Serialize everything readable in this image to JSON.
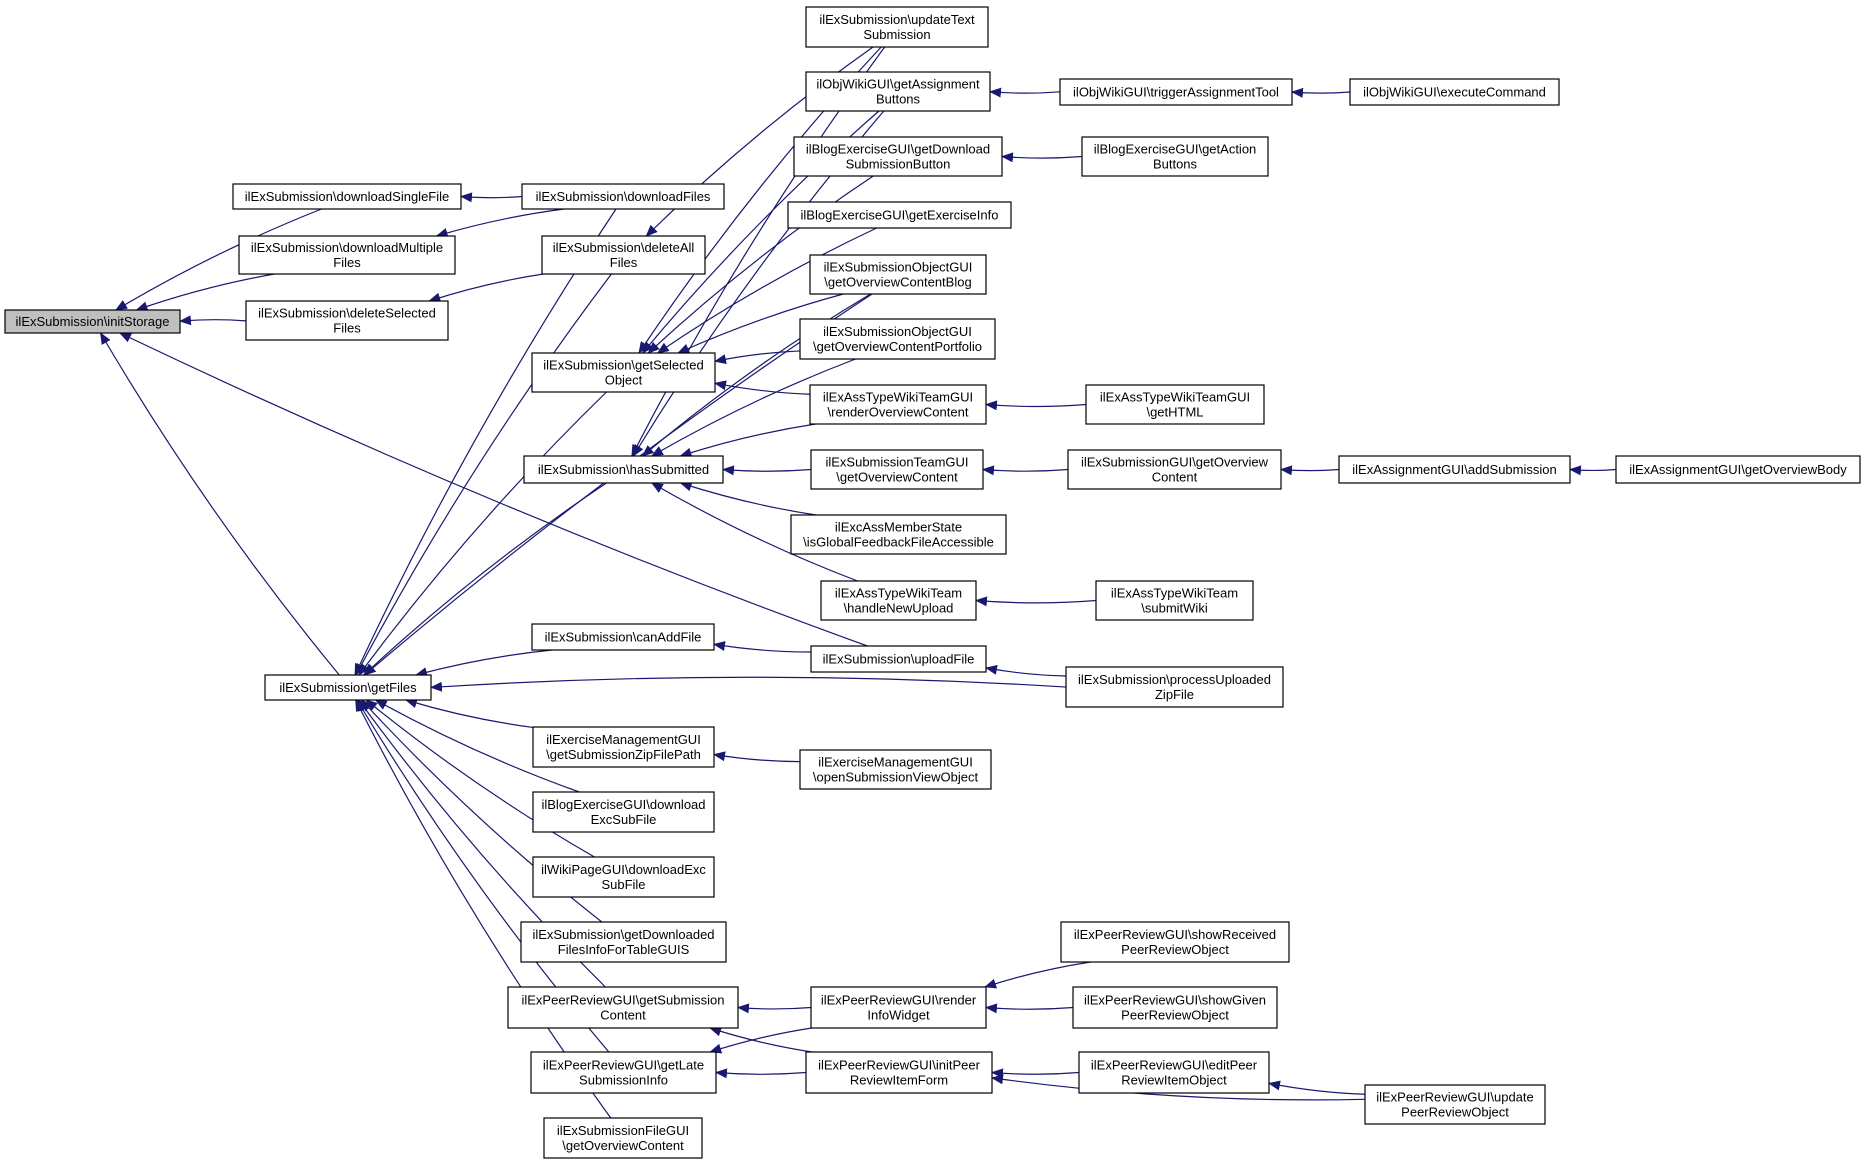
{
  "graph": {
    "edge_color": "#191970",
    "root_fill": "#bfbfbf",
    "nodes": [
      {
        "id": "initStorage",
        "lines": [
          "ilExSubmission\\initStorage"
        ]
      },
      {
        "id": "downloadSingleFile",
        "lines": [
          "ilExSubmission\\downloadSingleFile"
        ]
      },
      {
        "id": "downloadMultipleFiles",
        "lines": [
          "ilExSubmission\\downloadMultiple",
          "Files"
        ]
      },
      {
        "id": "deleteSelectedFiles",
        "lines": [
          "ilExSubmission\\deleteSelected",
          "Files"
        ]
      },
      {
        "id": "getFiles",
        "lines": [
          "ilExSubmission\\getFiles"
        ]
      },
      {
        "id": "downloadFiles",
        "lines": [
          "ilExSubmission\\downloadFiles"
        ]
      },
      {
        "id": "deleteAllFiles",
        "lines": [
          "ilExSubmission\\deleteAll",
          "Files"
        ]
      },
      {
        "id": "getSelectedObject",
        "lines": [
          "ilExSubmission\\getSelected",
          "Object"
        ]
      },
      {
        "id": "hasSubmitted",
        "lines": [
          "ilExSubmission\\hasSubmitted"
        ]
      },
      {
        "id": "canAddFile",
        "lines": [
          "ilExSubmission\\canAddFile"
        ]
      },
      {
        "id": "getSubmissionZipFilePath",
        "lines": [
          "ilExerciseManagementGUI",
          "\\getSubmissionZipFilePath"
        ]
      },
      {
        "id": "blogDownloadExcSubFile",
        "lines": [
          "ilBlogExerciseGUI\\download",
          "ExcSubFile"
        ]
      },
      {
        "id": "wikiDownloadExcSubFile",
        "lines": [
          "ilWikiPageGUI\\downloadExc",
          "SubFile"
        ]
      },
      {
        "id": "getDownloadedFilesInfo",
        "lines": [
          "ilExSubmission\\getDownloaded",
          "FilesInfoForTableGUIS"
        ]
      },
      {
        "id": "getSubmissionContent",
        "lines": [
          "ilExPeerReviewGUI\\getSubmission",
          "Content"
        ]
      },
      {
        "id": "getLateSubmissionInfo",
        "lines": [
          "ilExPeerReviewGUI\\getLate",
          "SubmissionInfo"
        ]
      },
      {
        "id": "fileGuiGetOverviewContent",
        "lines": [
          "ilExSubmissionFileGUI",
          "\\getOverviewContent"
        ]
      },
      {
        "id": "updateTextSubmission",
        "lines": [
          "ilExSubmission\\updateText",
          "Submission"
        ]
      },
      {
        "id": "getAssignmentButtons",
        "lines": [
          "ilObjWikiGUI\\getAssignment",
          "Buttons"
        ]
      },
      {
        "id": "getDownloadSubmissionButton",
        "lines": [
          "ilBlogExerciseGUI\\getDownload",
          "SubmissionButton"
        ]
      },
      {
        "id": "getExerciseInfo",
        "lines": [
          "ilBlogExerciseGUI\\getExerciseInfo"
        ]
      },
      {
        "id": "getOverviewContentBlog",
        "lines": [
          "ilExSubmissionObjectGUI",
          "\\getOverviewContentBlog"
        ]
      },
      {
        "id": "getOverviewContentPortfolio",
        "lines": [
          "ilExSubmissionObjectGUI",
          "\\getOverviewContentPortfolio"
        ]
      },
      {
        "id": "renderOverviewContent",
        "lines": [
          "ilExAssTypeWikiTeamGUI",
          "\\renderOverviewContent"
        ]
      },
      {
        "id": "teamGuiGetOverviewContent",
        "lines": [
          "ilExSubmissionTeamGUI",
          "\\getOverviewContent"
        ]
      },
      {
        "id": "isGlobalFeedbackFileAccessible",
        "lines": [
          "ilExcAssMemberState",
          "\\isGlobalFeedbackFileAccessible"
        ]
      },
      {
        "id": "handleNewUpload",
        "lines": [
          "ilExAssTypeWikiTeam",
          "\\handleNewUpload"
        ]
      },
      {
        "id": "uploadFile",
        "lines": [
          "ilExSubmission\\uploadFile"
        ]
      },
      {
        "id": "openSubmissionViewObject",
        "lines": [
          "ilExerciseManagementGUI",
          "\\openSubmissionViewObject"
        ]
      },
      {
        "id": "renderInfoWidget",
        "lines": [
          "ilExPeerReviewGUI\\render",
          "InfoWidget"
        ]
      },
      {
        "id": "initPeerReviewItemForm",
        "lines": [
          "ilExPeerReviewGUI\\initPeer",
          "ReviewItemForm"
        ]
      },
      {
        "id": "triggerAssignmentTool",
        "lines": [
          "ilObjWikiGUI\\triggerAssignmentTool"
        ]
      },
      {
        "id": "getActionButtons",
        "lines": [
          "ilBlogExerciseGUI\\getAction",
          "Buttons"
        ]
      },
      {
        "id": "getHTML",
        "lines": [
          "ilExAssTypeWikiTeamGUI",
          "\\getHTML"
        ]
      },
      {
        "id": "submissionGuiGetOverviewContent",
        "lines": [
          "ilExSubmissionGUI\\getOverview",
          "Content"
        ]
      },
      {
        "id": "submitWiki",
        "lines": [
          "ilExAssTypeWikiTeam",
          "\\submitWiki"
        ]
      },
      {
        "id": "processUploadedZipFile",
        "lines": [
          "ilExSubmission\\processUploaded",
          "ZipFile"
        ]
      },
      {
        "id": "showReceivedPeerReviewObject",
        "lines": [
          "ilExPeerReviewGUI\\showReceived",
          "PeerReviewObject"
        ]
      },
      {
        "id": "showGivenPeerReviewObject",
        "lines": [
          "ilExPeerReviewGUI\\showGiven",
          "PeerReviewObject"
        ]
      },
      {
        "id": "editPeerReviewItemObject",
        "lines": [
          "ilExPeerReviewGUI\\editPeer",
          "ReviewItemObject"
        ]
      },
      {
        "id": "executeCommand",
        "lines": [
          "ilObjWikiGUI\\executeCommand"
        ]
      },
      {
        "id": "addSubmission",
        "lines": [
          "ilExAssignmentGUI\\addSubmission"
        ]
      },
      {
        "id": "updatePeerReviewObject",
        "lines": [
          "ilExPeerReviewGUI\\update",
          "PeerReviewObject"
        ]
      },
      {
        "id": "getOverviewBody",
        "lines": [
          "ilExAssignmentGUI\\getOverviewBody"
        ]
      }
    ],
    "edges": [
      [
        "downloadSingleFile",
        "initStorage"
      ],
      [
        "downloadMultipleFiles",
        "initStorage"
      ],
      [
        "deleteSelectedFiles",
        "initStorage"
      ],
      [
        "uploadFile",
        "initStorage"
      ],
      [
        "getFiles",
        "initStorage"
      ],
      [
        "downloadFiles",
        "downloadSingleFile"
      ],
      [
        "downloadFiles",
        "downloadMultipleFiles"
      ],
      [
        "deleteAllFiles",
        "deleteSelectedFiles"
      ],
      [
        "downloadFiles",
        "getFiles"
      ],
      [
        "deleteAllFiles",
        "getFiles"
      ],
      [
        "getSelectedObject",
        "getFiles"
      ],
      [
        "hasSubmitted",
        "getFiles"
      ],
      [
        "canAddFile",
        "getFiles"
      ],
      [
        "getSubmissionZipFilePath",
        "getFiles"
      ],
      [
        "blogDownloadExcSubFile",
        "getFiles"
      ],
      [
        "wikiDownloadExcSubFile",
        "getFiles"
      ],
      [
        "getDownloadedFilesInfo",
        "getFiles"
      ],
      [
        "getSubmissionContent",
        "getFiles"
      ],
      [
        "getLateSubmissionInfo",
        "getFiles"
      ],
      [
        "fileGuiGetOverviewContent",
        "getFiles"
      ],
      [
        "processUploadedZipFile",
        "getFiles"
      ],
      [
        "getOverviewContentBlog",
        "getFiles"
      ],
      [
        "updateTextSubmission",
        "deleteAllFiles"
      ],
      [
        "updateTextSubmission",
        "getSelectedObject"
      ],
      [
        "getAssignmentButtons",
        "getSelectedObject"
      ],
      [
        "getDownloadSubmissionButton",
        "getSelectedObject"
      ],
      [
        "getExerciseInfo",
        "getSelectedObject"
      ],
      [
        "getOverviewContentBlog",
        "getSelectedObject"
      ],
      [
        "getOverviewContentPortfolio",
        "getSelectedObject"
      ],
      [
        "renderOverviewContent",
        "getSelectedObject"
      ],
      [
        "updateTextSubmission",
        "hasSubmitted"
      ],
      [
        "getAssignmentButtons",
        "hasSubmitted"
      ],
      [
        "getOverviewContentBlog",
        "hasSubmitted"
      ],
      [
        "getOverviewContentPortfolio",
        "hasSubmitted"
      ],
      [
        "renderOverviewContent",
        "hasSubmitted"
      ],
      [
        "teamGuiGetOverviewContent",
        "hasSubmitted"
      ],
      [
        "isGlobalFeedbackFileAccessible",
        "hasSubmitted"
      ],
      [
        "handleNewUpload",
        "hasSubmitted"
      ],
      [
        "uploadFile",
        "canAddFile"
      ],
      [
        "openSubmissionViewObject",
        "getSubmissionZipFilePath"
      ],
      [
        "renderInfoWidget",
        "getSubmissionContent"
      ],
      [
        "initPeerReviewItemForm",
        "getSubmissionContent"
      ],
      [
        "renderInfoWidget",
        "getLateSubmissionInfo"
      ],
      [
        "initPeerReviewItemForm",
        "getLateSubmissionInfo"
      ],
      [
        "triggerAssignmentTool",
        "getAssignmentButtons"
      ],
      [
        "getActionButtons",
        "getDownloadSubmissionButton"
      ],
      [
        "getHTML",
        "renderOverviewContent"
      ],
      [
        "submissionGuiGetOverviewContent",
        "teamGuiGetOverviewContent"
      ],
      [
        "submitWiki",
        "handleNewUpload"
      ],
      [
        "processUploadedZipFile",
        "uploadFile"
      ],
      [
        "showReceivedPeerReviewObject",
        "renderInfoWidget"
      ],
      [
        "showGivenPeerReviewObject",
        "renderInfoWidget"
      ],
      [
        "editPeerReviewItemObject",
        "initPeerReviewItemForm"
      ],
      [
        "updatePeerReviewObject",
        "initPeerReviewItemForm"
      ],
      [
        "executeCommand",
        "triggerAssignmentTool"
      ],
      [
        "addSubmission",
        "submissionGuiGetOverviewContent"
      ],
      [
        "updatePeerReviewObject",
        "editPeerReviewItemObject"
      ],
      [
        "getOverviewBody",
        "addSubmission"
      ]
    ]
  }
}
